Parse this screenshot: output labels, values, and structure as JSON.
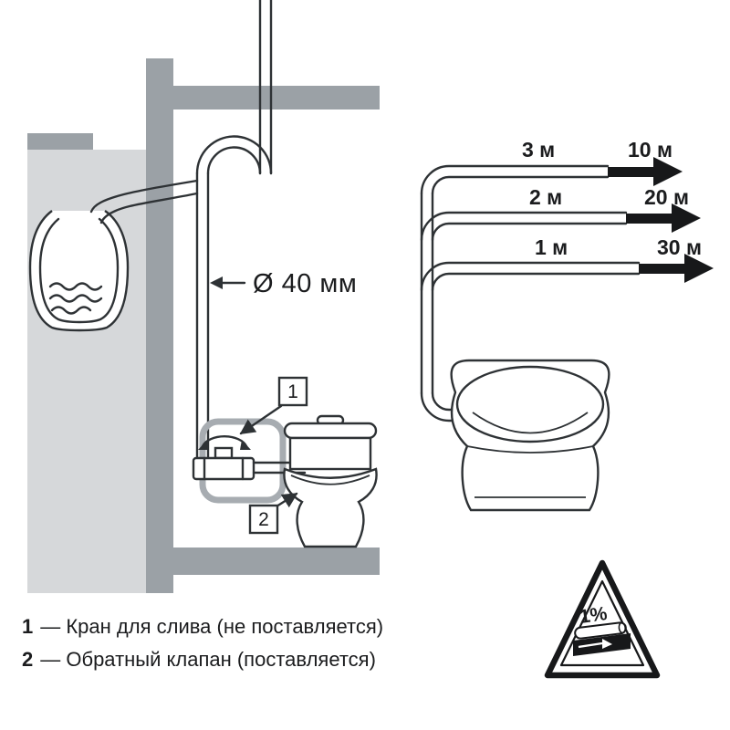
{
  "colors": {
    "beam_gray": "#9ba1a6",
    "wall_gray": "#d6d8da",
    "line_dark": "#2e3235",
    "highlight_box_gray": "#a7acb1"
  },
  "left_scene": {
    "pipe_diameter": "Ø 40 мм",
    "callout_1": "1",
    "callout_2": "2"
  },
  "lift_run_chart": {
    "rows": [
      {
        "rise": "3 м",
        "run": "10 м"
      },
      {
        "rise": "2 м",
        "run": "20 м"
      },
      {
        "rise": "1 м",
        "run": "30 м"
      }
    ]
  },
  "slope_sign": {
    "value": "1%"
  },
  "legend": {
    "items": [
      {
        "num": "1",
        "text": "— Кран для слива (не поставляется)"
      },
      {
        "num": "2",
        "text": "— Обратный клапан (поставляется)"
      }
    ]
  }
}
